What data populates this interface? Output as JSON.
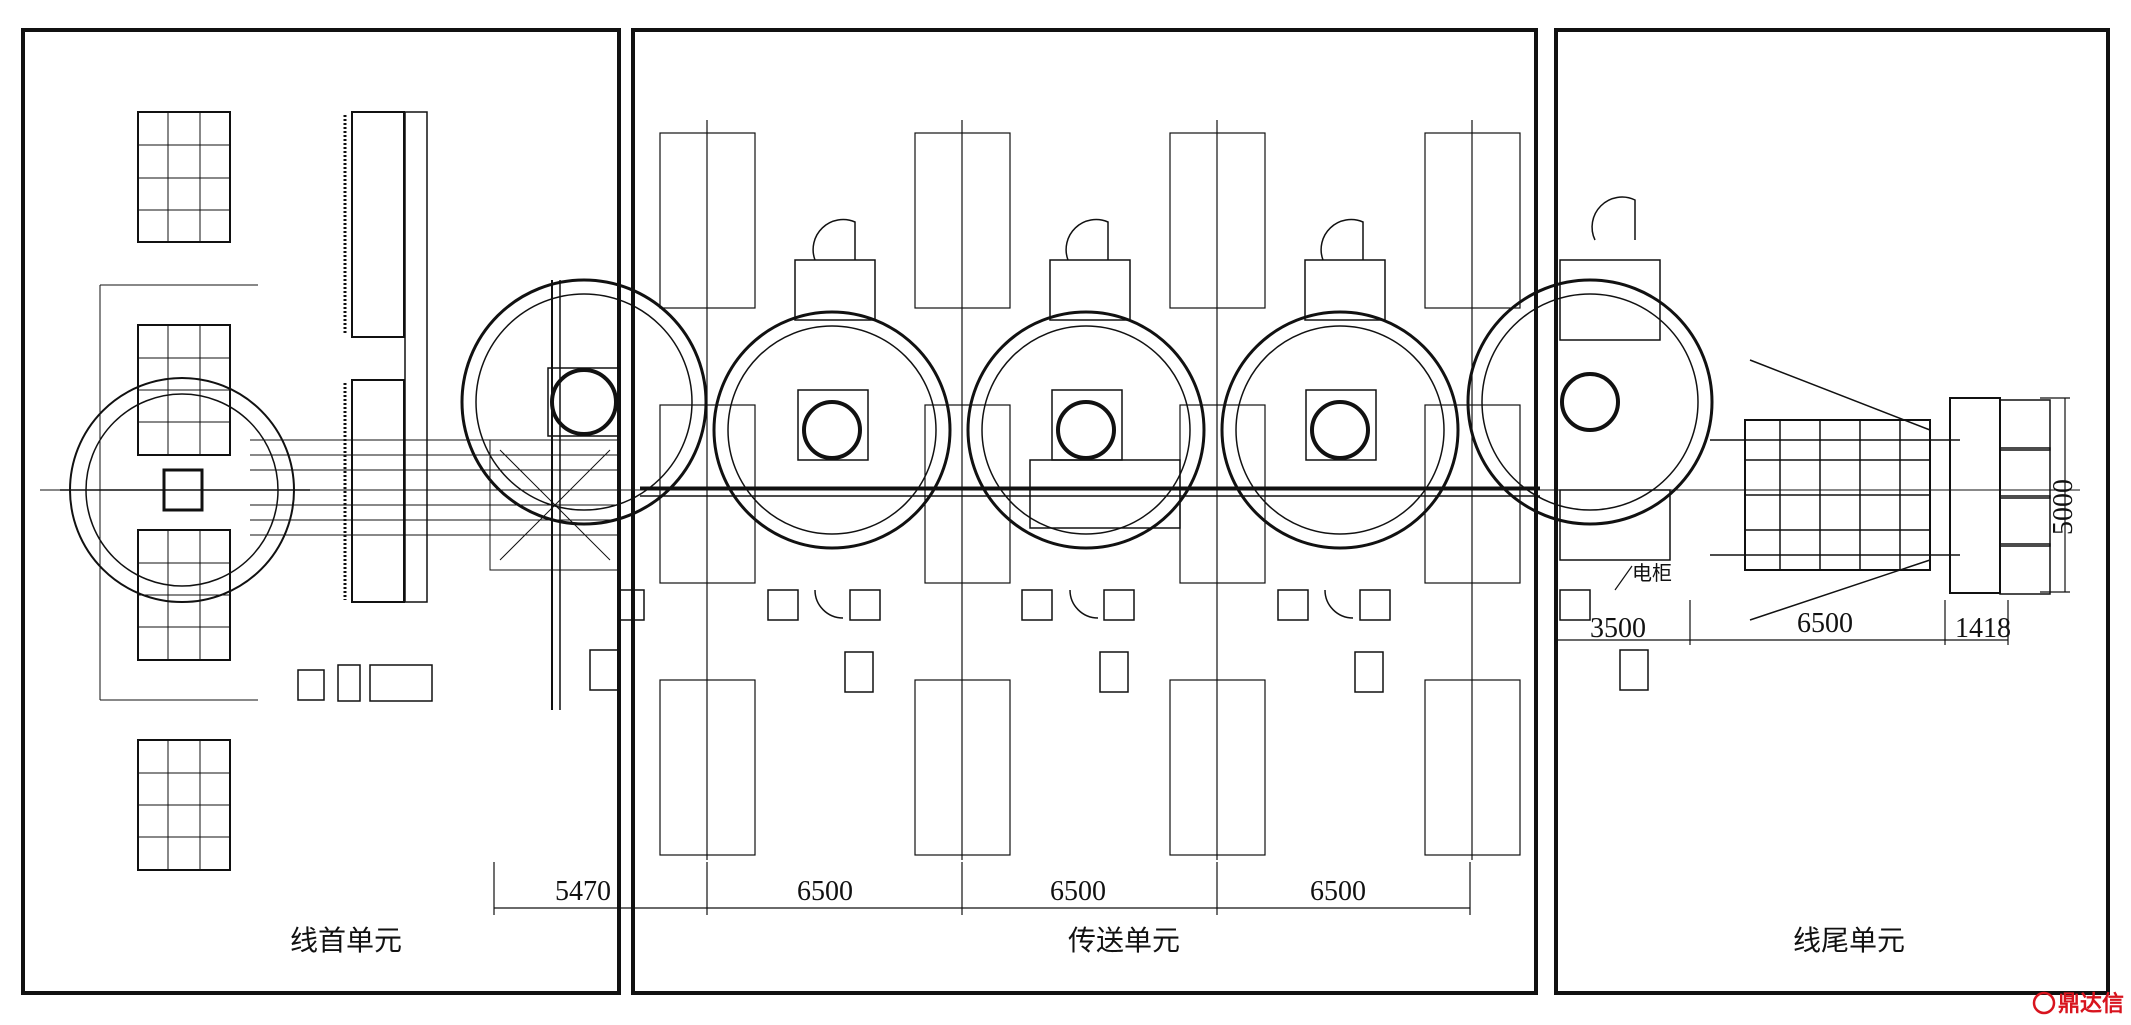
{
  "units": [
    {
      "id": "head",
      "label": "线首单元"
    },
    {
      "id": "transfer",
      "label": "传送单元"
    },
    {
      "id": "tail",
      "label": "线尾单元"
    }
  ],
  "dimensions": {
    "bottom": [
      "5470",
      "6500",
      "6500",
      "6500"
    ],
    "tail": [
      "3500",
      "6500",
      "1418"
    ],
    "vertical": "5000"
  },
  "labels": {
    "cabinet": "电柜"
  },
  "watermark": {
    "text": "鼎达信",
    "color": "#d8141e"
  },
  "colors": {
    "line": "#111111",
    "watermark": "#d8141e"
  }
}
